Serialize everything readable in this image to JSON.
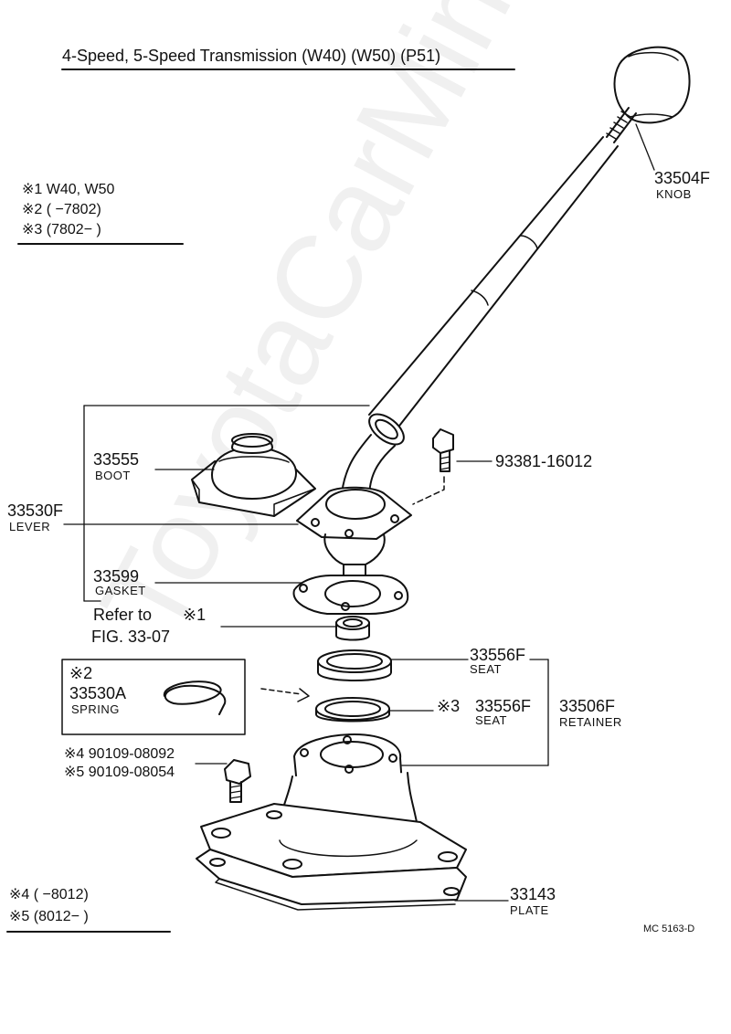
{
  "title": "4-Speed, 5-Speed Transmission (W40) (W50) (P51)",
  "notes_top": [
    {
      "mark": "※1",
      "text": "W40, W50"
    },
    {
      "mark": "※2",
      "text": "(        −7802)"
    },
    {
      "mark": "※3",
      "text": "(7802−          )"
    }
  ],
  "notes_bottom": [
    {
      "mark": "※4",
      "text": "(        −8012)"
    },
    {
      "mark": "※5",
      "text": "(8012−          )"
    }
  ],
  "parts": {
    "knob": {
      "number": "33504F",
      "name": "KNOB"
    },
    "bolt": {
      "number": "93381-16012"
    },
    "boot": {
      "number": "33555",
      "name": "BOOT"
    },
    "lever": {
      "number": "33530F",
      "name": "LEVER"
    },
    "gasket": {
      "number": "33599",
      "name": "GASKET"
    },
    "refer": {
      "line1": "Refer to",
      "mark": "※1",
      "line2": "FIG. 33-07"
    },
    "seat1": {
      "number": "33556F",
      "name": "SEAT"
    },
    "seat2": {
      "mark": "※3",
      "number": "33556F",
      "name": "SEAT"
    },
    "retainer": {
      "number": "33506F",
      "name": "RETAINER"
    },
    "spring": {
      "mark": "※2",
      "number": "33530A",
      "name": "SPRING"
    },
    "bolt4": {
      "mark": "※4",
      "number": "90109-08092"
    },
    "bolt5": {
      "mark": "※5",
      "number": "90109-08054"
    },
    "plate": {
      "number": "33143",
      "name": "PLATE"
    }
  },
  "figure_code": "MC  5163-D",
  "watermark": "ToyotaCarMine.ru"
}
